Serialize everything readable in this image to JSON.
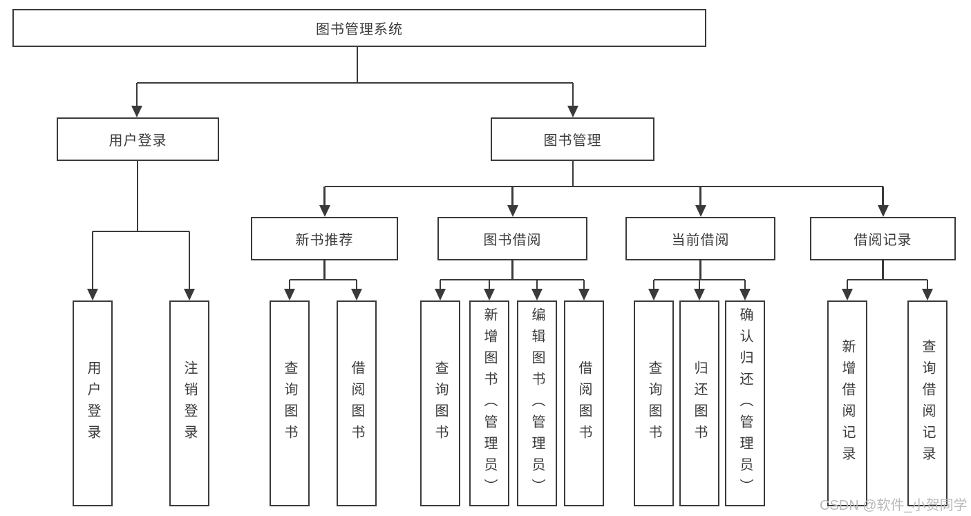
{
  "colors": {
    "line": "#3a3a3a",
    "text": "#3a3a3a",
    "background": "#ffffff",
    "watermark": "#b9b9b9"
  },
  "chart_data": {
    "type": "tree-diagram",
    "title": "图书管理系统"
  },
  "tree": {
    "root": "图书管理系统",
    "children": [
      {
        "label": "用户登录",
        "children": [
          "用户登录",
          "注销登录"
        ]
      },
      {
        "label": "图书管理",
        "children": [
          {
            "label": "新书推荐",
            "children": [
              "查询图书",
              "借阅图书"
            ]
          },
          {
            "label": "图书借阅",
            "children": [
              "查询图书",
              "新增图书（管理员）",
              "编辑图书（管理员）",
              "借阅图书"
            ]
          },
          {
            "label": "当前借阅",
            "children": [
              "查询图书",
              "归还图书",
              "确认归还（管理员）"
            ]
          },
          {
            "label": "借阅记录",
            "children": [
              "新增借阅记录",
              "查询借阅记录"
            ]
          }
        ]
      }
    ]
  },
  "watermark": {
    "text": "CSDN @软件_小贺同学"
  }
}
